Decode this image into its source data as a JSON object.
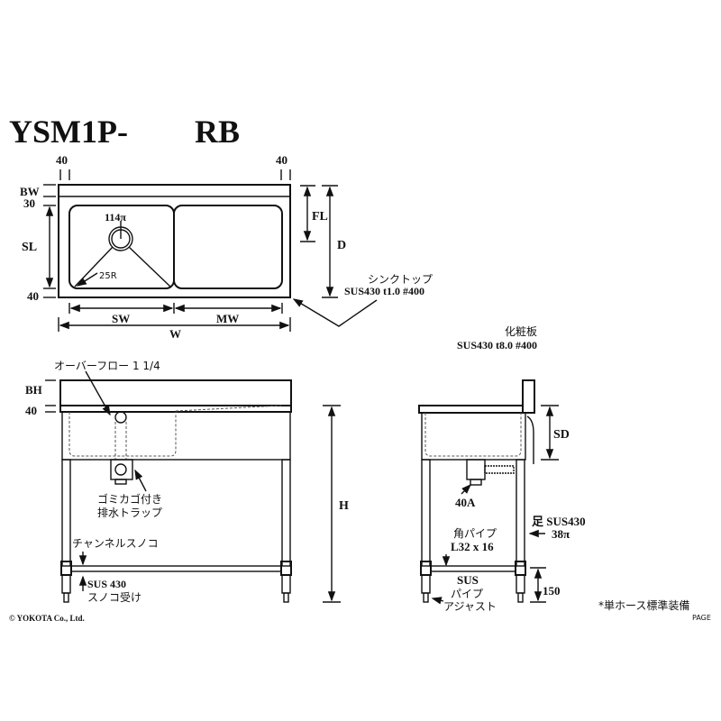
{
  "title": {
    "model": "YSM1P-",
    "suffix": "RB"
  },
  "top_view": {
    "dim_40_left": "40",
    "dim_40_right": "40",
    "bw": "BW",
    "dim_30": "30",
    "sl": "SL",
    "dim_40_bottom": "40",
    "drain_dia": "114π",
    "corner_radius": "25R",
    "fl": "FL",
    "d": "D",
    "sw": "SW",
    "mw": "MW",
    "w": "W",
    "sink_top_label": "シンクトップ",
    "sink_top_material": "SUS430 t1.0 #400"
  },
  "panel": {
    "label": "化粧板",
    "material": "SUS430 t8.0 #400"
  },
  "front_view": {
    "overflow": "オーバーフロー 1 1/4",
    "bh": "BH",
    "dim_40": "40",
    "h": "H",
    "trap_line1": "ゴミカゴ付き",
    "trap_line2": "排水トラップ",
    "channel_shelf": "チャンネルスノコ",
    "shelf_support_line1": "SUS 430",
    "shelf_support_line2": "スノコ受け"
  },
  "side_view": {
    "sd": "SD",
    "drain_size": "40A",
    "leg_line1": "足 SUS430",
    "leg_line2": "38π",
    "square_pipe_line1": "角パイプ",
    "square_pipe_line2": "L32 x 16",
    "adjuster_line1": "SUS",
    "adjuster_line2": "パイプ",
    "adjuster_line3": "アジャスト",
    "dim_150": "150"
  },
  "footer": {
    "copyright": "© YOKOTA Co., Ltd.",
    "note": "*単ホース標準装備",
    "page": "PAGE"
  }
}
